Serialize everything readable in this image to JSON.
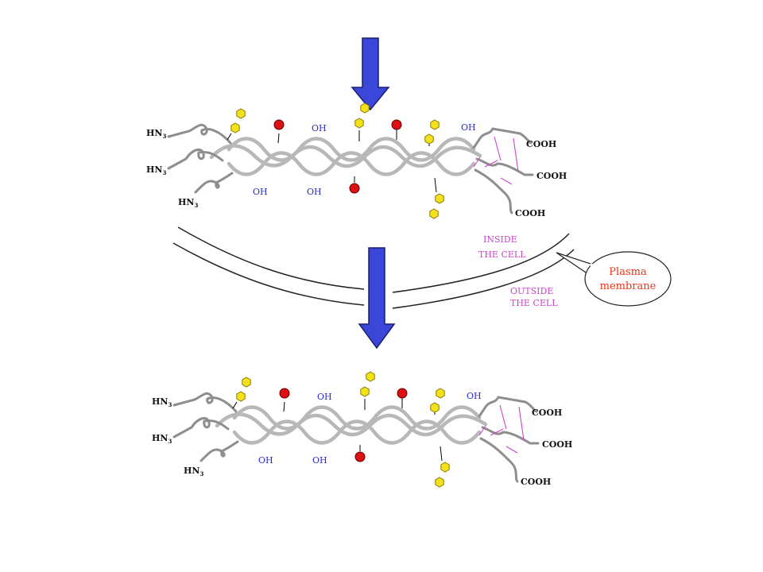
{
  "colors": {
    "arrow": "#3b47d9",
    "strand": "#b8b8b8",
    "end_strand": "#8e8e8e",
    "oh_text": "#2b2bcc",
    "red_ball": "#dd1111",
    "yellow_hex": "#f3e21a",
    "location_text": "#cc44cc",
    "bubble_text": "#ee3311",
    "membrane": "#222222"
  },
  "labels": {
    "n_terminus": "HN",
    "n_subscript": "3",
    "c_terminus": "COOH",
    "hydroxyl": "OH"
  },
  "locations": {
    "inside_line1": "INSIDE",
    "inside_line2": "THE CELL",
    "outside_line1": "OUTSIDE",
    "outside_line2": "THE CELL"
  },
  "bubble": {
    "line1": "Plasma",
    "line2": "membrane"
  },
  "icons": [
    "down-arrow-icon",
    "red-ball-icon",
    "yellow-hexagon-icon"
  ]
}
